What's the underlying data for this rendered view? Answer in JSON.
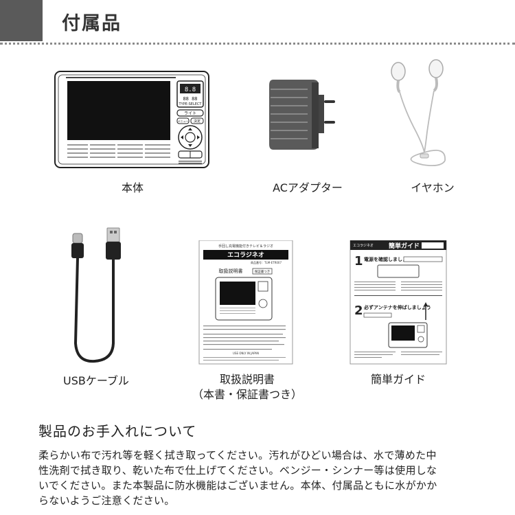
{
  "header": {
    "title": "付属品"
  },
  "items": [
    {
      "label": "本体"
    },
    {
      "label": "ACアダプター"
    },
    {
      "label": "イヤホン"
    },
    {
      "label": "USBケーブル"
    },
    {
      "label": "取扱説明書",
      "sublabel": "（本書・保証書つき）"
    },
    {
      "label": "簡単ガイド"
    }
  ],
  "radio_screen": {
    "btn_top": "ライト",
    "btn_left": "メニュー",
    "btn_right": "決定",
    "display_text": "TYPE-SELECT"
  },
  "manual": {
    "tagline": "手回し充電機能付きテレビ＆ラジオ",
    "product": "エコラジネオ",
    "model": "商品番号：TLM-ETR007",
    "title": "取扱説明書",
    "badge": "保証書つき",
    "made_in": "USE ONLY IN JAPAN"
  },
  "guide": {
    "brand": "エコラジネオ",
    "title": "簡単ガイド",
    "step1_num": "1",
    "step1": "電源を確認しましょう",
    "step2_num": "2",
    "step2": "必ずアンテナを伸ばしましょう"
  },
  "care": {
    "title": "製品のお手入れについて",
    "lines": [
      "柔らかい布で汚れ等を軽く拭き取ってください。汚れがひどい場合は、水で薄めた中",
      "性洗剤で拭き取り、乾いた布で仕上げてください。ベンジー・シンナー等は使用しな",
      "いでください。また本製品に防水機能はございません。本体、付属品ともに水がかか",
      "らないようご注意ください。"
    ]
  },
  "colors": {
    "header_block": "#5a5a5a",
    "screen": "#111111",
    "body_outline": "#222222"
  }
}
